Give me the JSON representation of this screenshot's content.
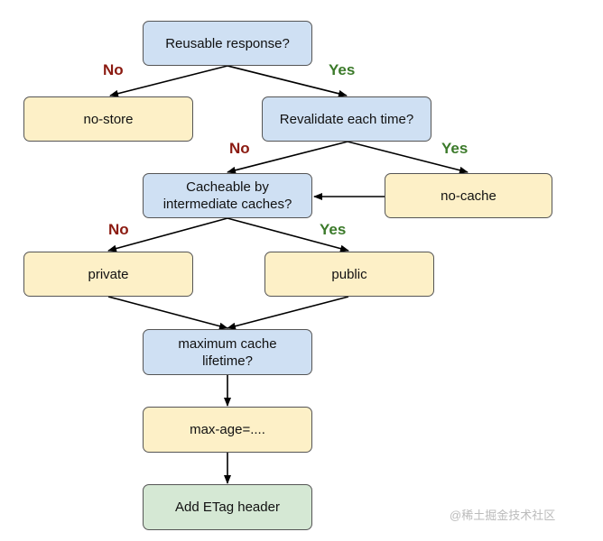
{
  "nodes": {
    "reusable": "Reusable response?",
    "no_store": "no-store",
    "revalidate": "Revalidate each time?",
    "cacheable_line1": "Cacheable by",
    "cacheable_line2": "intermediate caches?",
    "no_cache": "no-cache",
    "private": "private",
    "public": "public",
    "max_lifetime_line1": "maximum cache",
    "max_lifetime_line2": "lifetime?",
    "max_age": "max-age=....",
    "etag": "Add ETag header"
  },
  "labels": {
    "no_1": "No",
    "yes_1": "Yes",
    "no_2": "No",
    "yes_2": "Yes",
    "no_3": "No",
    "yes_3": "Yes"
  },
  "watermark": "@稀土掘金技术社区",
  "colors": {
    "question_fill": "#cfe0f3",
    "outcome_fill": "#fdf0c7",
    "final_fill": "#d5e8d4",
    "no_label": "#8b1a10",
    "yes_label": "#3b7a2a"
  }
}
